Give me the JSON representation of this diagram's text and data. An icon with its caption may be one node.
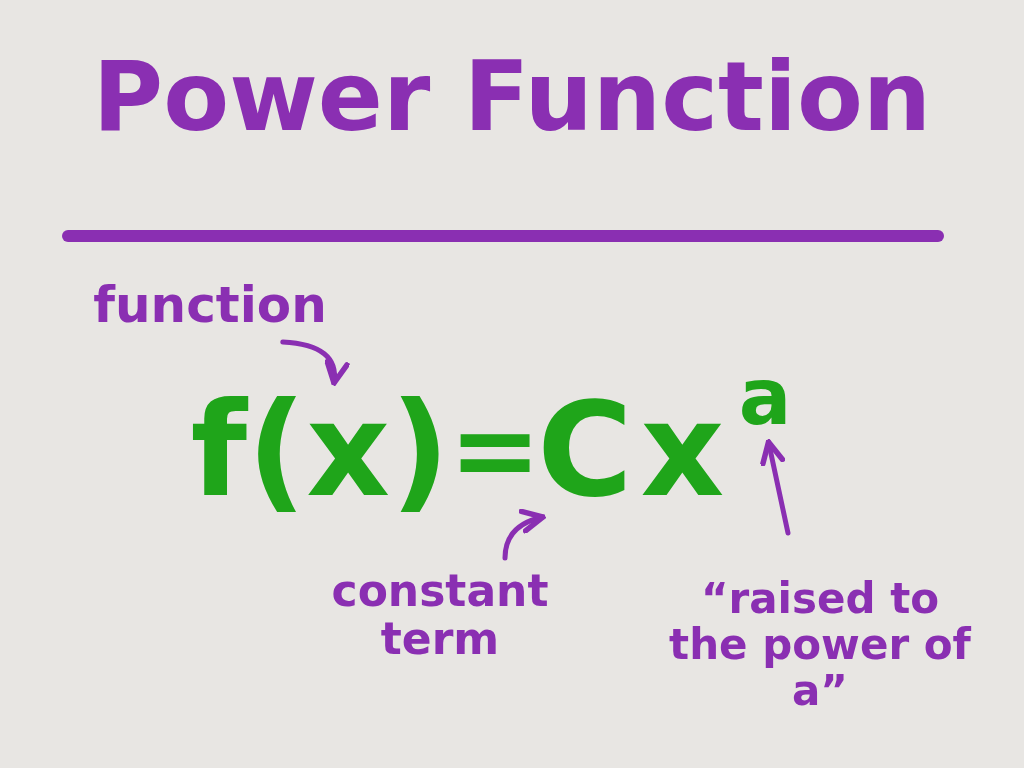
{
  "diagram": {
    "title": "Power Function",
    "nodes": [
      {
        "text": [
          "function"
        ]
      },
      {
        "text": [
          "f(x)"
        ]
      },
      {
        "text": [
          "constant term"
        ]
      },
      {
        "text": [
          "C"
        ]
      },
      {
        "text": [
          "“raised to the power of a”"
        ]
      },
      {
        "text": [
          "a"
        ]
      }
    ],
    "edges": [
      {
        "from": 0,
        "to": 1,
        "arrow": "to"
      },
      {
        "from": 2,
        "to": 3,
        "arrow": "to"
      },
      {
        "from": 4,
        "to": 5,
        "arrow": "to"
      }
    ],
    "labels": [
      "=",
      "x"
    ]
  }
}
